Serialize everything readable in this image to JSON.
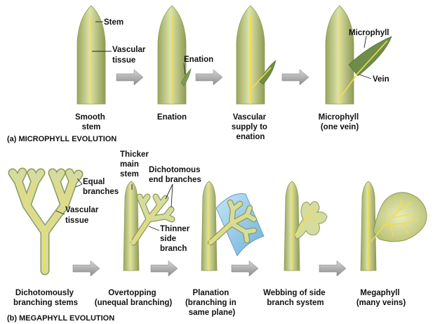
{
  "colors": {
    "stem_fill": "#c8cf8a",
    "stem_edge": "#8e9a55",
    "vascular": "#f2dc4a",
    "leaf": "#6f8d4a",
    "arrow": "#a9a9a9",
    "plane": "#8fc7e6"
  },
  "micro": {
    "section_label": "(a) MICROPHYLL EVOLUTION",
    "labels": {
      "stem": "Stem",
      "vascular_1": "Vascular",
      "vascular_2": "tissue",
      "enation": "Enation",
      "microphyll": "Microphyll",
      "vein": "Vein"
    },
    "captions": {
      "c1": [
        "Smooth",
        "stem"
      ],
      "c2": [
        "Enation"
      ],
      "c3": [
        "Vascular",
        "supply to",
        "enation"
      ],
      "c4": [
        "Microphyll",
        "(one vein)"
      ]
    }
  },
  "mega": {
    "section_label": "(b) MEGAPHYLL EVOLUTION",
    "labels": {
      "equal_1": "Equal",
      "equal_2": "branches",
      "vascular_1": "Vascular",
      "vascular_2": "tissue",
      "thicker_1": "Thicker",
      "thicker_2": "main",
      "thicker_3": "stem",
      "dichot_1": "Dichotomous",
      "dichot_2": "end branches",
      "thinner_1": "Thinner",
      "thinner_2": "side",
      "thinner_3": "branch"
    },
    "captions": {
      "c1": [
        "Dichotomously",
        "branching stems"
      ],
      "c2": [
        "Overtopping",
        "(unequal branching)"
      ],
      "c3": [
        "Planation",
        "(branching in",
        "same plane)"
      ],
      "c4": [
        "Webbing of side",
        "branch system"
      ],
      "c5": [
        "Megaphyll",
        "(many veins)"
      ]
    }
  }
}
